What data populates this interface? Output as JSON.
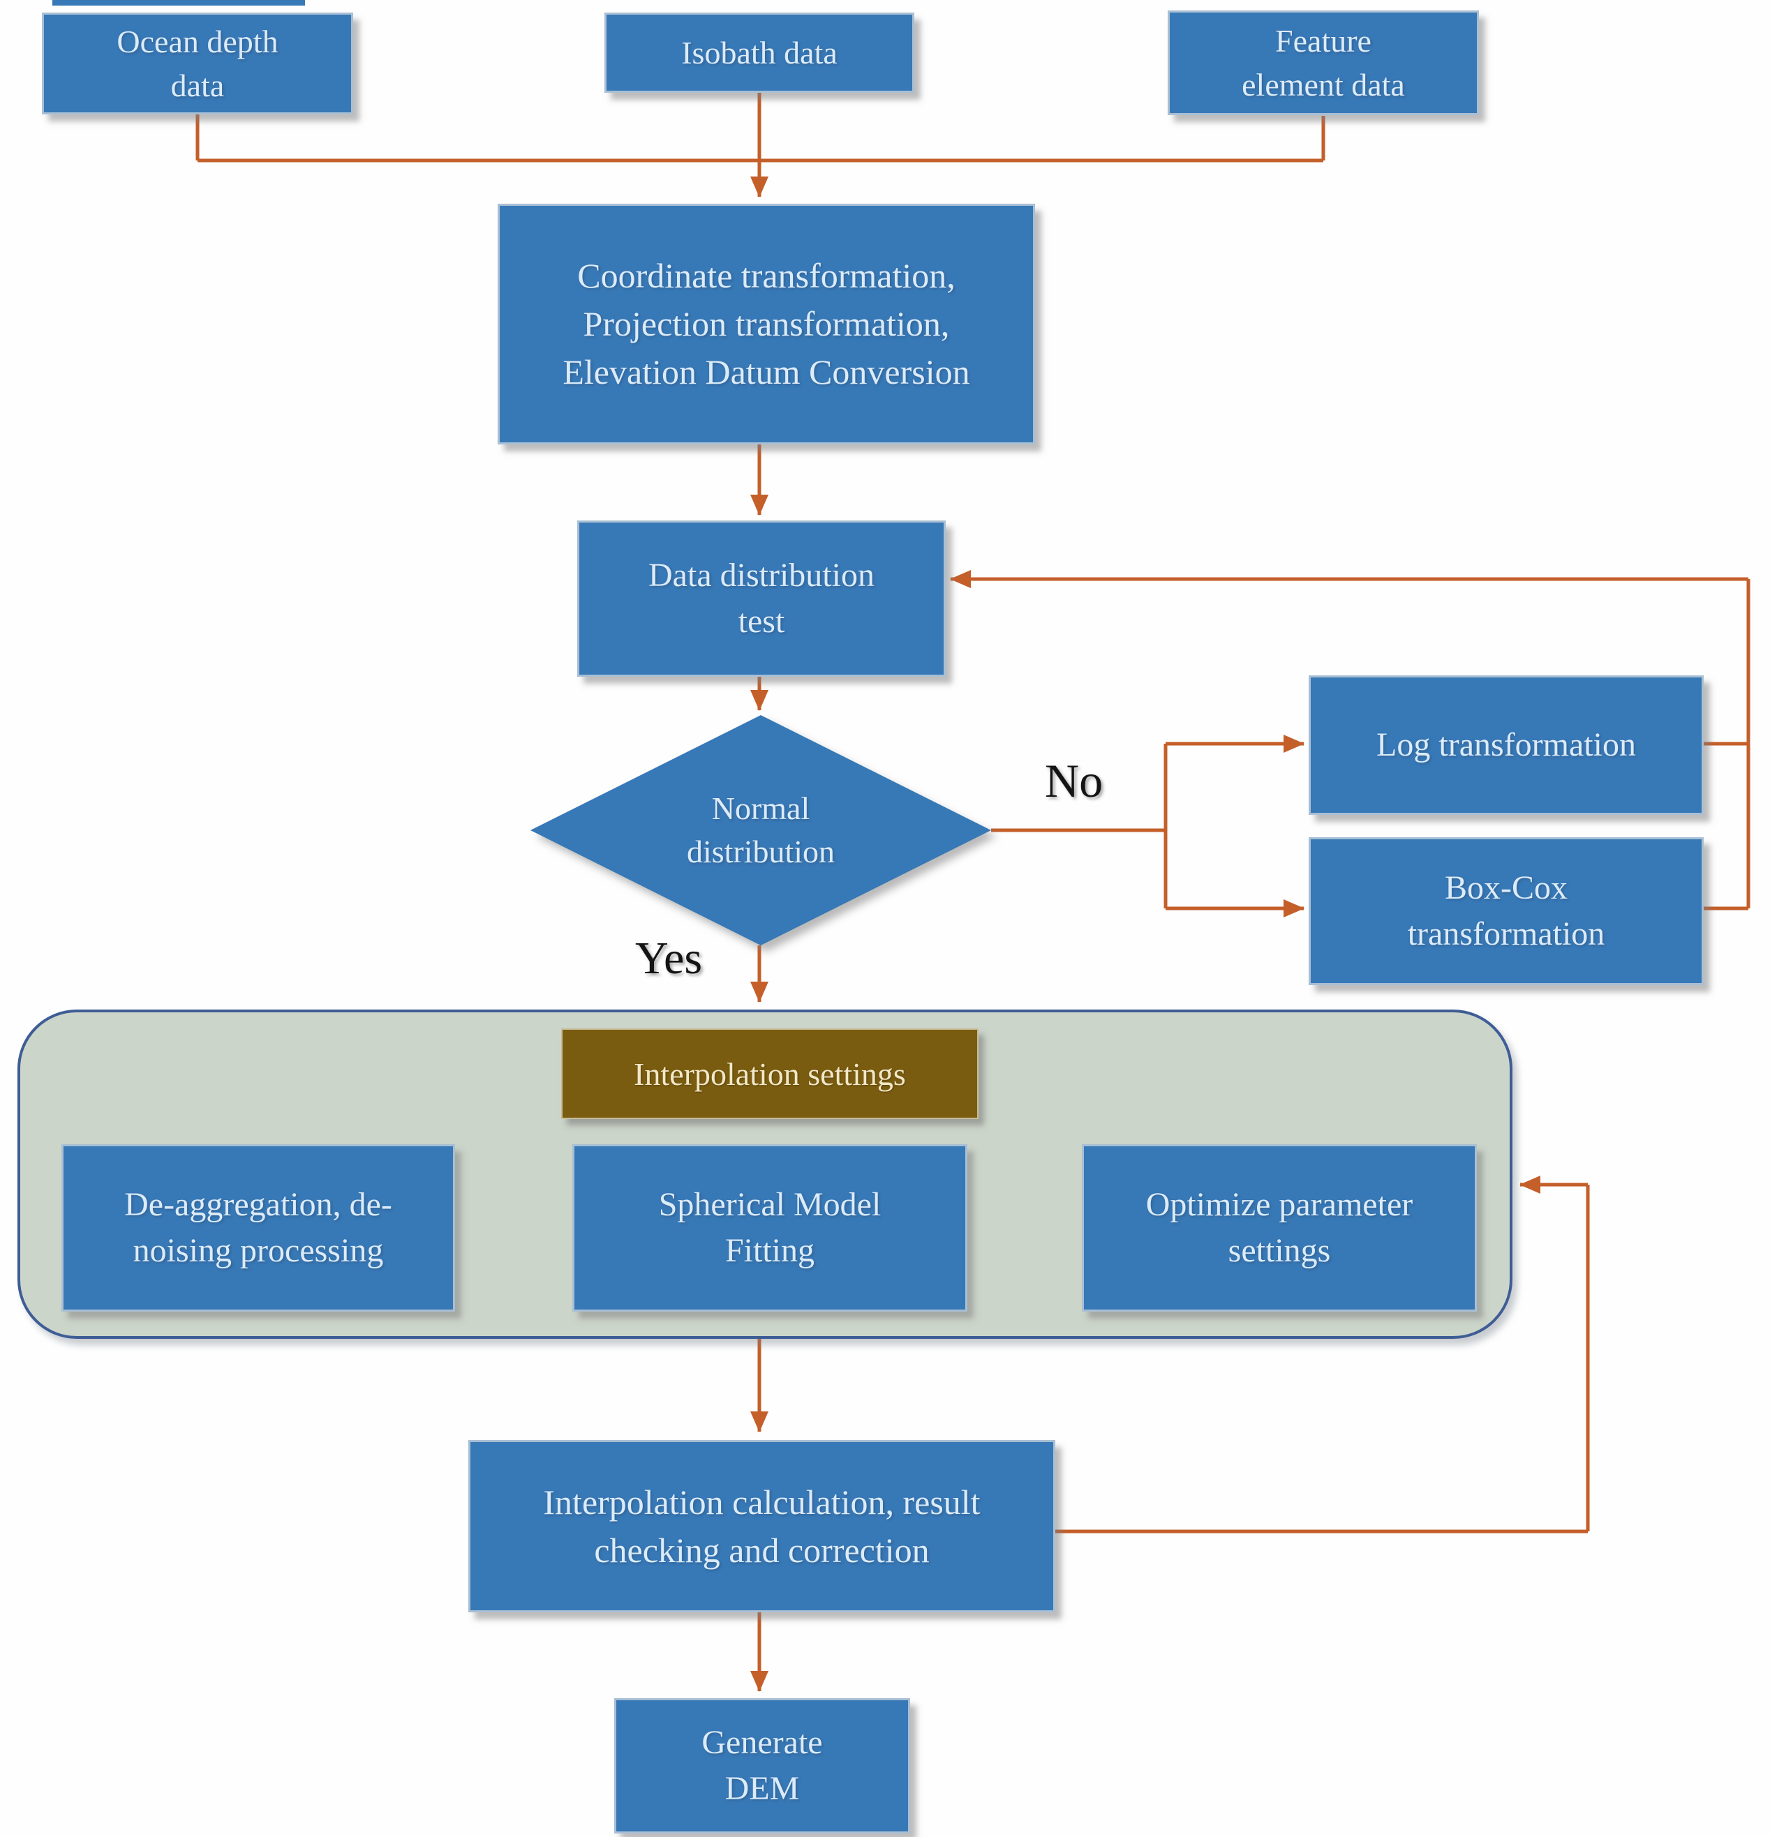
{
  "title": "DEM generation flowchart",
  "colors": {
    "node_fill": "#3778b6",
    "node_border": "#a9bfd4",
    "node_text": "#dcebf8",
    "arrow": "#c45f2a",
    "settings_fill": "#7a5c10",
    "settings_border": "#c7bd98",
    "settings_text": "#f2e8c8",
    "container_fill": "#ccd5ca",
    "container_border": "#3f5d95",
    "decision_label_color": "#141414",
    "background": "#fefefe"
  },
  "nodes": {
    "ocean": "Ocean depth\ndata",
    "isobath": "Isobath data",
    "feature": "Feature\nelement data",
    "coord": "Coordinate transformation,\nProjection transformation,\nElevation Datum Conversion",
    "dist_test": "Data distribution\ntest",
    "decision": "Normal\ndistribution",
    "log": "Log transformation",
    "boxcox": "Box-Cox\ntransformation",
    "interp_settings": "Interpolation settings",
    "deagg": "De-aggregation, de-\nnoising processing",
    "spherical": "Spherical Model\nFitting",
    "optimize": "Optimize parameter\nsettings",
    "calc": "Interpolation calculation, result\nchecking and correction",
    "dem": "Generate\nDEM"
  },
  "labels": {
    "no": "No",
    "yes": "Yes"
  }
}
